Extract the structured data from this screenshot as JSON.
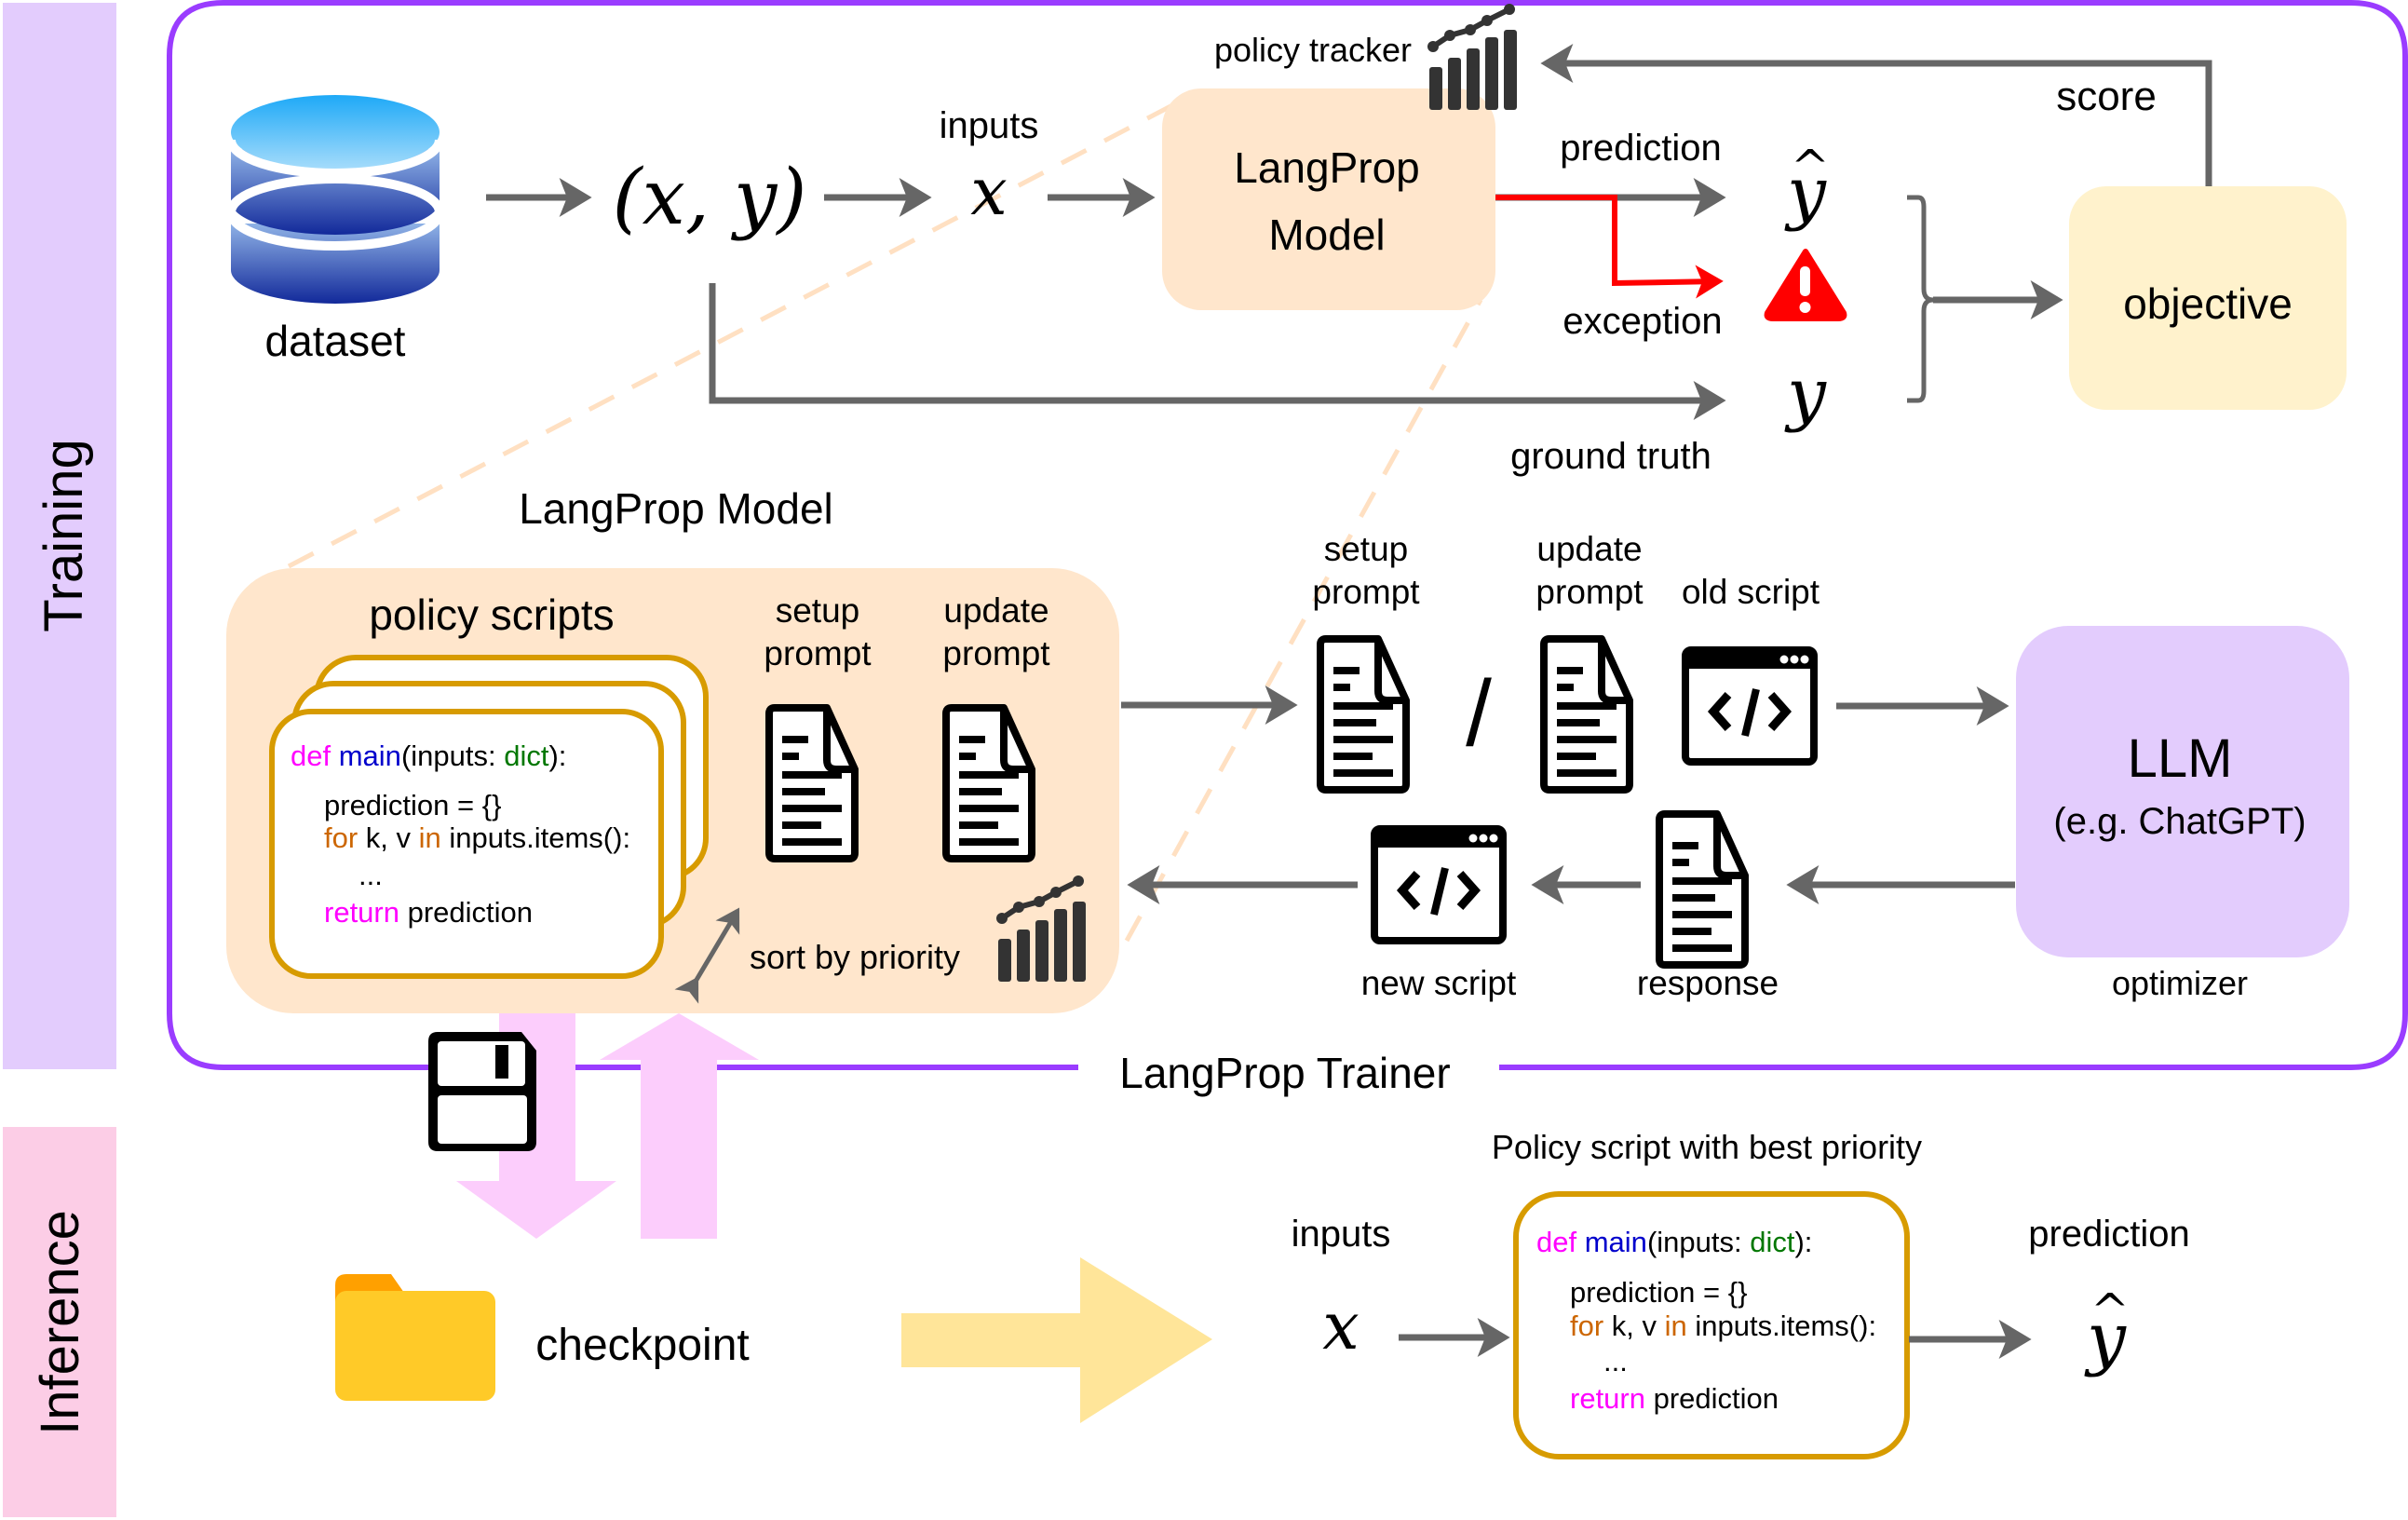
{
  "sections": {
    "training_label": "Training",
    "inference_label": "Inference",
    "trainer_title": "LangProp Trainer"
  },
  "colors": {
    "training_strip": "#e3ccfd",
    "inference_strip": "#fccde6",
    "trainer_border": "#9a3cff",
    "model_box": "#ffe6cc",
    "objective_box": "#fff2cc",
    "llm_box": "#e3ccfd",
    "script_border": "#d79b00",
    "arrow_gray": "#666666",
    "exception_red": "#ff0000",
    "save_arrows": "#fccdfc",
    "checkpoint_arrow": "#ffe599",
    "folder_front": "#ffca28",
    "folder_back": "#ffa000",
    "kw_def": "#ff00ff",
    "kw_main": "#0000cc",
    "kw_dict": "#007700",
    "kw_for": "#cc6600"
  },
  "top_flow": {
    "dataset_label": "dataset",
    "pair_label": "(x, y)",
    "inputs_label": "inputs",
    "x_symbol": "x",
    "model_box_line1": "LangProp",
    "model_box_line2": "Model",
    "policy_tracker_label": "policy tracker",
    "prediction_label": "prediction",
    "exception_label": "exception",
    "y_hat_symbol": "y",
    "y_symbol": "y",
    "ground_truth_label": "ground truth",
    "objective_label": "objective",
    "score_label": "score"
  },
  "model_section": {
    "title": "LangProp Model",
    "policy_scripts_label": "policy scripts",
    "setup_prompt_label": [
      "setup",
      "prompt"
    ],
    "update_prompt_label": [
      "update",
      "prompt"
    ],
    "sort_label": "sort by priority"
  },
  "code_snippet": {
    "line1": {
      "def": "def",
      "main": "main",
      "open": "(inputs: ",
      "dict": "dict",
      "close": "):"
    },
    "line2": "prediction = {}",
    "line3": {
      "for": "for",
      "mid": " k, v ",
      "in": "in",
      "rest": " inputs.items():"
    },
    "line4": "...",
    "line5": {
      "return": "return",
      "rest": " prediction"
    }
  },
  "optimizer_section": {
    "setup_prompt_label": [
      "setup",
      "prompt"
    ],
    "update_prompt_label": [
      "update",
      "prompt"
    ],
    "slash": "/",
    "old_script_label": "old script",
    "llm_title": "LLM",
    "llm_subtitle": "(e.g. ChatGPT)",
    "optimizer_label": "optimizer",
    "response_label": "response",
    "new_script_label": "new script",
    "code_glyph": "</>"
  },
  "inference": {
    "checkpoint_label": "checkpoint",
    "best_script_title": "Policy script with best priority",
    "inputs_label": "inputs",
    "x_symbol": "x",
    "prediction_label": "prediction",
    "y_hat_symbol": "y"
  }
}
